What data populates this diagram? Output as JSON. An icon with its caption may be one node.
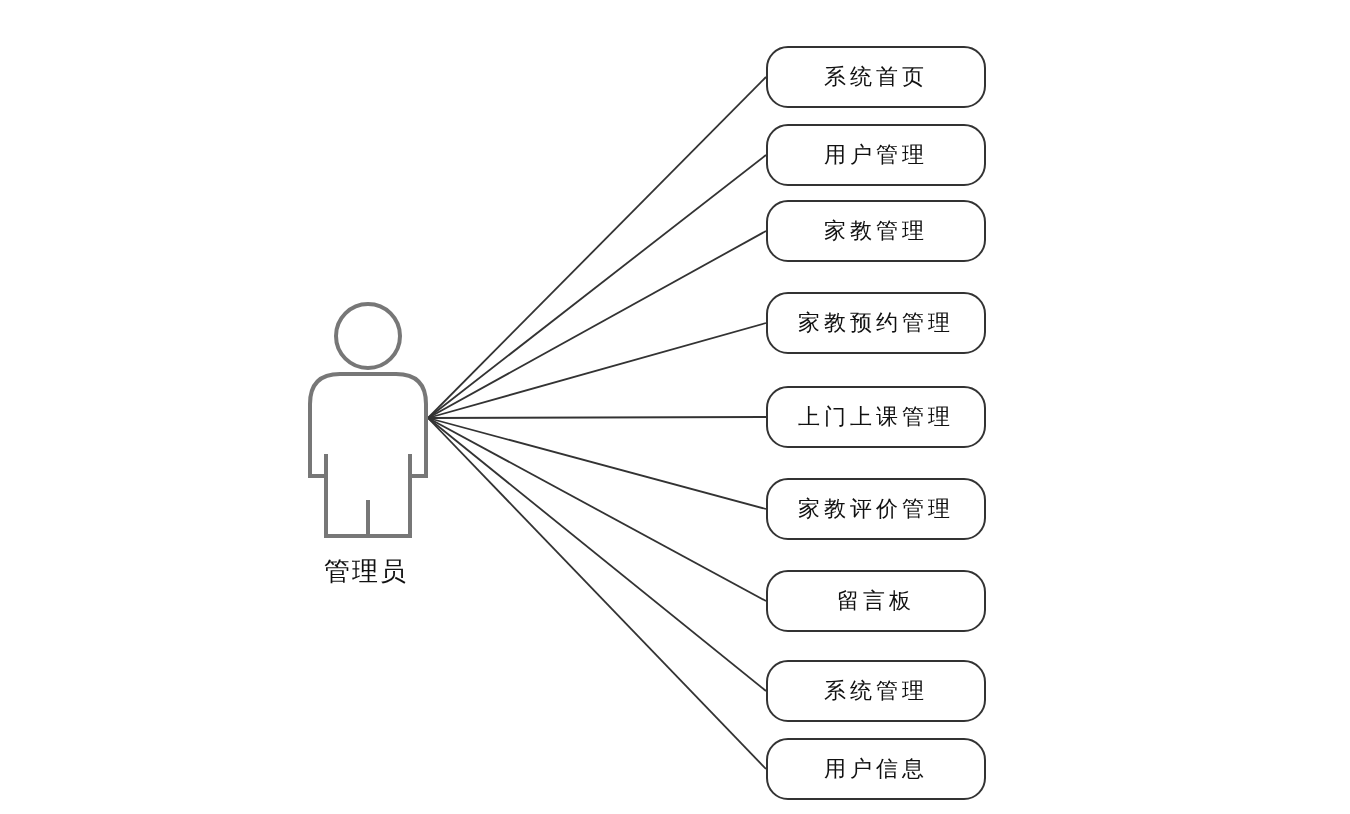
{
  "diagram": {
    "nodes": [
      {
        "text": [
          "管理员"
        ]
      },
      {
        "text": [
          "系统首页"
        ]
      },
      {
        "text": [
          "用户管理"
        ]
      },
      {
        "text": [
          "家教管理"
        ]
      },
      {
        "text": [
          "家教预约管理"
        ]
      },
      {
        "text": [
          "上门上课管理"
        ]
      },
      {
        "text": [
          "家教评价管理"
        ]
      },
      {
        "text": [
          "留言板"
        ]
      },
      {
        "text": [
          "系统管理"
        ]
      },
      {
        "text": [
          "用户信息"
        ]
      }
    ],
    "edges": [
      {
        "from": 0,
        "to": 1,
        "arrow": "none"
      },
      {
        "from": 0,
        "to": 2,
        "arrow": "none"
      },
      {
        "from": 0,
        "to": 3,
        "arrow": "none"
      },
      {
        "from": 0,
        "to": 4,
        "arrow": "none"
      },
      {
        "from": 0,
        "to": 5,
        "arrow": "none"
      },
      {
        "from": 0,
        "to": 6,
        "arrow": "none"
      },
      {
        "from": 0,
        "to": 7,
        "arrow": "none"
      },
      {
        "from": 0,
        "to": 8,
        "arrow": "none"
      },
      {
        "from": 0,
        "to": 9,
        "arrow": "none"
      }
    ]
  }
}
